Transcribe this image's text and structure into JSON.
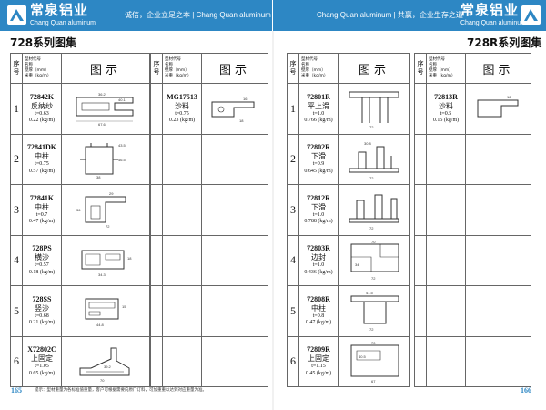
{
  "header": {
    "brand_cn": "常泉铝业",
    "brand_en": "Chang Quan aluminum",
    "slogan_left_cn": "诚信，企业立足之本",
    "slogan_left_en": "Chang Quan aluminum",
    "slogan_right_en": "Chang Quan aluminum",
    "slogan_right_cn": "共赢，企业生存之道",
    "colors": {
      "bar": "#2d87c4",
      "text": "#ffffff"
    }
  },
  "left_page": {
    "series_title": "728系列图集",
    "page_number": "165",
    "note": "提示：型材重量为各标准值重量，客户可根据需要向原厂订料，可加重重以达到对应重量为准。"
  },
  "right_page": {
    "series_title": "728R系列图集",
    "page_number": "166"
  },
  "table_header": {
    "idx_line1": "序",
    "idx_line2": "号",
    "meta_lines": [
      "型材代号",
      "名称",
      "壁厚（mm）",
      "米重（kg/m）"
    ],
    "figure": "图示"
  },
  "tables": [
    {
      "id": "t1",
      "rows": [
        {
          "idx": "1",
          "code": "72842K",
          "name": "反纳纱",
          "thickness": "t=0.63",
          "weight": "0.22 (kg/m)",
          "dims": [
            "36.2",
            "40.1",
            "67.6"
          ]
        },
        {
          "idx": "2",
          "code": "72841DK",
          "name": "中柱",
          "thickness": "t=0.75",
          "weight": "0.57 (kg/m)",
          "dims": [
            "43.5",
            "46.5",
            "38"
          ]
        },
        {
          "idx": "3",
          "code": "72841K",
          "name": "中柱",
          "thickness": "t=0.7",
          "weight": "0.47 (kg/m)",
          "dims": [
            "29",
            "36",
            "72"
          ]
        },
        {
          "idx": "4",
          "code": "728PS",
          "name": "横沙",
          "thickness": "t=0.57",
          "weight": "0.18 (kg/m)",
          "dims": [
            "18",
            "34.3"
          ]
        },
        {
          "idx": "5",
          "code": "728SS",
          "name": "竖沙",
          "thickness": "t=0.68",
          "weight": "0.21 (kg/m)",
          "dims": [
            "15",
            "44.8"
          ]
        },
        {
          "idx": "6",
          "code": "X72802C",
          "name": "上固定",
          "thickness": "t=1.05",
          "weight": "0.65 (kg/m)",
          "dims": [
            "39.2",
            "70"
          ]
        }
      ]
    },
    {
      "id": "t2",
      "rows": [
        {
          "idx": "",
          "code": "MG17513",
          "name": "沙料",
          "thickness": "t=0.75",
          "weight": "0.23 (kg/m)",
          "dims": [
            "16",
            "18"
          ]
        },
        {
          "idx": "",
          "blank": true
        },
        {
          "idx": "",
          "blank": true
        },
        {
          "idx": "",
          "blank": true
        },
        {
          "idx": "",
          "blank": true
        },
        {
          "idx": "",
          "blank": true
        }
      ]
    },
    {
      "id": "t3",
      "rows": [
        {
          "idx": "1",
          "code": "72801R",
          "name": "平上滑",
          "thickness": "t=1.0",
          "weight": "0.766 (kg/m)",
          "dims": [
            "72"
          ]
        },
        {
          "idx": "2",
          "code": "72802R",
          "name": "下滑",
          "thickness": "t=0.9",
          "weight": "0.645 (kg/m)",
          "dims": [
            "30.8",
            "72"
          ]
        },
        {
          "idx": "3",
          "code": "72812R",
          "name": "下滑",
          "thickness": "t=1.0",
          "weight": "0.788 (kg/m)",
          "dims": [
            "72"
          ]
        },
        {
          "idx": "4",
          "code": "72803R",
          "name": "边封",
          "thickness": "t=1.0",
          "weight": "0.436 (kg/m)",
          "dims": [
            "70",
            "34",
            "72"
          ]
        },
        {
          "idx": "5",
          "code": "72808R",
          "name": "中柱",
          "thickness": "t=0.8",
          "weight": "0.47 (kg/m)",
          "dims": [
            "41.5",
            "72"
          ]
        },
        {
          "idx": "6",
          "code": "72809R",
          "name": "上固定",
          "thickness": "t=1.15",
          "weight": "0.45 (kg/m)",
          "dims": [
            "70",
            "40.5",
            "67"
          ]
        }
      ]
    },
    {
      "id": "t4",
      "rows": [
        {
          "idx": "",
          "code": "72813R",
          "name": "沙料",
          "thickness": "t=0.5",
          "weight": "0.15 (kg/m)",
          "dims": [
            "16"
          ]
        },
        {
          "idx": "",
          "blank": true
        },
        {
          "idx": "",
          "blank": true
        },
        {
          "idx": "",
          "blank": true
        },
        {
          "idx": "",
          "blank": true
        },
        {
          "idx": "",
          "blank": true
        }
      ]
    }
  ]
}
